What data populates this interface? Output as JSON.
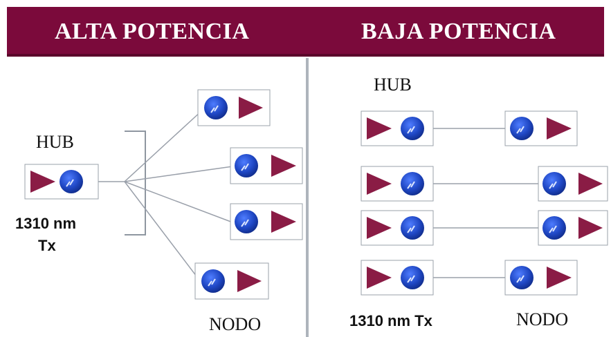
{
  "colors": {
    "header_bg": "#7b0a3b",
    "header_text": "#ffffff",
    "divider": "#aeb4bc",
    "laser_triangle": "#8a1c45",
    "detector_circle": "#1f47c4",
    "link_line": "#9aa0aa"
  },
  "left_panel": {
    "title": "ALTA POTENCIA",
    "hub_label": "HUB",
    "tx_line1": "1310 nm",
    "tx_line2": "Tx",
    "node_label": "NODO"
  },
  "right_panel": {
    "title": "BAJA POTENCIA",
    "hub_label": "HUB",
    "tx_label": "1310 nm Tx",
    "node_label": "NODO"
  },
  "icons": {
    "laser": "laser-transmitter-icon",
    "detector": "photodetector-icon"
  }
}
